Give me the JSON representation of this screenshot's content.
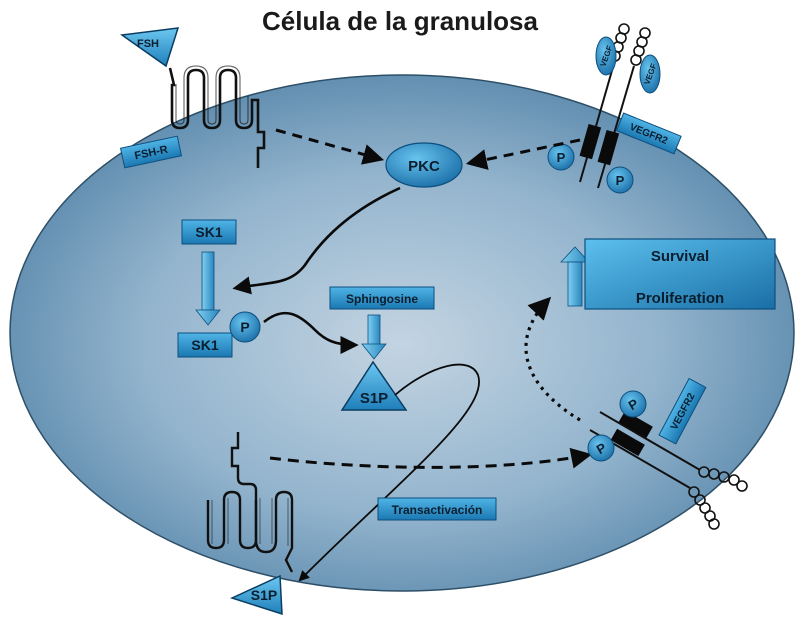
{
  "title": "Célula de la granulosa",
  "labels": {
    "fsh": "FSH",
    "fsh_r": "FSH-R",
    "vegf_1": "VEGF",
    "vegf_2": "VEGF",
    "vegfr2_top": "VEGFR2",
    "vegfr2_bottom": "VEGFR2",
    "pkc": "PKC",
    "p": "P",
    "sk1_top": "SK1",
    "sk1_bottom": "SK1",
    "sphingosine": "Sphingosine",
    "s1p_inside": "S1P",
    "s1p_outside": "S1P",
    "survival": "Survival",
    "proliferation": "Proliferation",
    "transactivacion": "Transactivación"
  },
  "colors": {
    "cell_center": "#c2d3e1",
    "cell_edge": "#5d8caf",
    "box_blue": "#1f7fba",
    "box_light": "#45aee3",
    "text_dark": "#0b1e2e"
  }
}
